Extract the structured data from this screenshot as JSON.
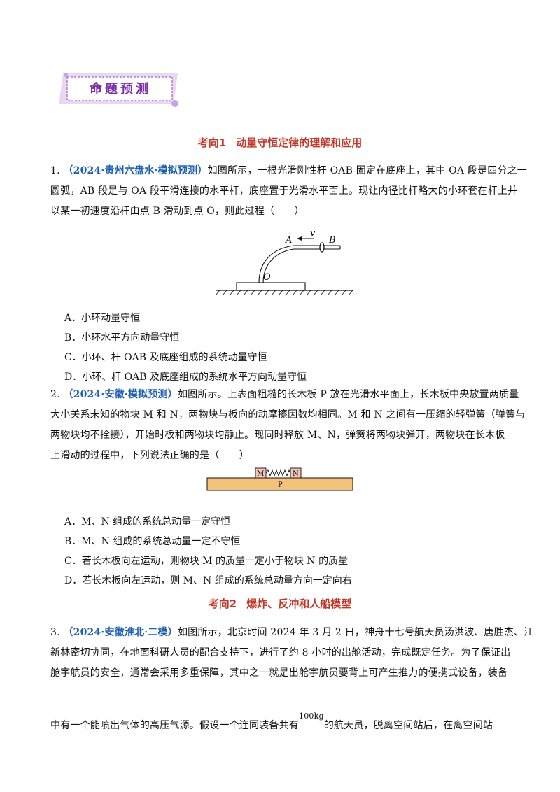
{
  "banner": {
    "title": "命题预测"
  },
  "topic1": {
    "num": "考向1",
    "title": "动量守恒定律的理解和应用"
  },
  "topic2": {
    "num": "考向2",
    "title": "爆炸、反冲和人船模型"
  },
  "q1": {
    "num": "1.",
    "source": "（2024·贵州六盘水·模拟预测）",
    "lines": [
      "如图所示，一根光滑刚性杆 OAB 固定在底座上，其中 OA 段是四分之一",
      "圆弧，AB 段是与 OA 段平滑连接的水平杆，底座置于光滑水平面上。现让内径比杆略大的小环套在杆上并",
      "以某一初速度沿杆由点 B 滑动到点 O，则此过程（　　）"
    ],
    "fig": {
      "A": "A",
      "B": "B",
      "O": "O",
      "v": "v"
    },
    "options": [
      "A．小环动量守恒",
      "B．小环水平方向动量守恒",
      "C．小环、杆 OAB 及底座组成的系统动量守恒",
      "D．小环、杆 OAB 及底座组成的系统水平方向动量守恒"
    ]
  },
  "q2": {
    "num": "2.",
    "source": "（2024·安徽·模拟预测）",
    "lines": [
      "如图所示。上表面粗糙的长木板 P 放在光滑水平面上，长木板中央放置两质量",
      "大小关系未知的物块 M 和 N，两物块与板向的动摩擦因数均相同。M 和 N 之间有一压缩的轻弹簧（弹簧与",
      "两物块均不拴接），开始时板和两物块均静止。现同时释放 M、N，弹簧将两物块弹开，两物块在长木板",
      "上滑动的过程中，下列说法正确的是（　　）"
    ],
    "fig": {
      "M": "M",
      "N": "N",
      "P": "P"
    },
    "options": [
      "A．M、N 组成的系统总动量一定守恒",
      "B．M、N 组成的系统总动量一定不守恒",
      "C．若长木板向左运动，则物块 M 的质量一定小于物块 N 的质量",
      "D．若长木板向左运动，则 M、N 组成的系统总动量方向一定向右"
    ]
  },
  "q3": {
    "num": "3.",
    "source": "（2024·安徽淮北·二模）",
    "lines": [
      "如图所示，北京时间 2024 年 3 月 2 日，神舟十七号航天员汤洪波、唐胜杰、江",
      "新林密切协同，在地面科研人员的配合支持下，进行了约 8 小时的出舱活动，完成既定任务。为了保证出",
      "舱宇航员的安全，通常会采用多重保障，其中之一就是出舱宇航员要背上可产生推力的便携式设备，装备"
    ],
    "last_pre": "中有一个能喷出气体的高压气源。假设一个连同装备共有",
    "mass": "100kg",
    "last_post": "的航天员，脱离空间站后，在离空间站"
  }
}
